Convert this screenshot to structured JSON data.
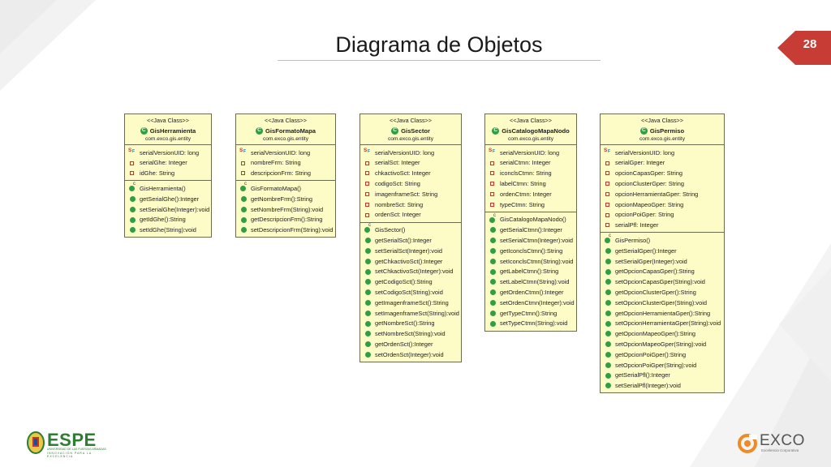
{
  "slide": {
    "title": "Diagrama de Objetos",
    "number": "28"
  },
  "colors": {
    "accent": "#c73c34",
    "uml_fill": "#fdfbc6",
    "uml_border": "#6b6b4e"
  },
  "classes": [
    {
      "stereotype": "<<Java Class>>",
      "name": "GisHerramienta",
      "package": "com.exco.gis.entity",
      "attributes": [
        {
          "icon": "static-final",
          "text": "serialVersionUID: long"
        },
        {
          "icon": "private",
          "text": "serialGhe: Integer"
        },
        {
          "icon": "private",
          "text": "idGhe: String"
        }
      ],
      "methods": [
        {
          "icon": "constructor",
          "text": "GisHerramienta()"
        },
        {
          "icon": "public",
          "text": "getSerialGhe():Integer"
        },
        {
          "icon": "public",
          "text": "setSerialGhe(Integer):void"
        },
        {
          "icon": "public",
          "text": "getIdGhe():String"
        },
        {
          "icon": "public",
          "text": "setIdGhe(String):void"
        }
      ]
    },
    {
      "stereotype": "<<Java Class>>",
      "name": "GisFormatoMapa",
      "package": "com.exco.gis.entity",
      "attributes": [
        {
          "icon": "static-final",
          "text": "serialVersionUID: long"
        },
        {
          "icon": "private",
          "text": "nombreFrm: String"
        },
        {
          "icon": "private",
          "text": "descripcionFrm: String"
        }
      ],
      "methods": [
        {
          "icon": "constructor",
          "text": "GisFormatoMapa()"
        },
        {
          "icon": "public",
          "text": "getNombreFrm():String"
        },
        {
          "icon": "public",
          "text": "setNombreFrm(String):void"
        },
        {
          "icon": "public",
          "text": "getDescripcionFrm():String"
        },
        {
          "icon": "public",
          "text": "setDescripcionFrm(String):void"
        }
      ]
    },
    {
      "stereotype": "<<Java Class>>",
      "name": "GisSector",
      "package": "com.exco.gis.entity",
      "attributes": [
        {
          "icon": "static-final",
          "text": "serialVersionUID: long"
        },
        {
          "icon": "private",
          "text": "serialSct: Integer"
        },
        {
          "icon": "private",
          "text": "chkactivoSct: Integer"
        },
        {
          "icon": "private",
          "text": "codigoSct: String"
        },
        {
          "icon": "private",
          "text": "imagenframeSct: String"
        },
        {
          "icon": "private",
          "text": "nombreSct: String"
        },
        {
          "icon": "private",
          "text": "ordenSct: Integer"
        }
      ],
      "methods": [
        {
          "icon": "constructor",
          "text": "GisSector()"
        },
        {
          "icon": "public",
          "text": "getSerialSct():Integer"
        },
        {
          "icon": "public",
          "text": "setSerialSct(Integer):void"
        },
        {
          "icon": "public",
          "text": "getChkactivoSct():Integer"
        },
        {
          "icon": "public",
          "text": "setChkactivoSct(Integer):void"
        },
        {
          "icon": "public",
          "text": "getCodigoSct():String"
        },
        {
          "icon": "public",
          "text": "setCodigoSct(String):void"
        },
        {
          "icon": "public",
          "text": "getImagenframeSct():String"
        },
        {
          "icon": "public",
          "text": "setImagenframeSct(String):void"
        },
        {
          "icon": "public",
          "text": "getNombreSct():String"
        },
        {
          "icon": "public",
          "text": "setNombreSct(String):void"
        },
        {
          "icon": "public",
          "text": "getOrdenSct():Integer"
        },
        {
          "icon": "public",
          "text": "setOrdenSct(Integer):void"
        }
      ]
    },
    {
      "stereotype": "<<Java Class>>",
      "name": "GisCatalogoMapaNodo",
      "package": "com.exco.gis.entity",
      "attributes": [
        {
          "icon": "static-final",
          "text": "serialVersionUID: long"
        },
        {
          "icon": "private",
          "text": "serialCtmn: Integer"
        },
        {
          "icon": "private",
          "text": "iconclsCtmn: String"
        },
        {
          "icon": "private",
          "text": "labelCtmn: String"
        },
        {
          "icon": "private",
          "text": "ordenCtmn: Integer"
        },
        {
          "icon": "private",
          "text": "typeCtmn: String"
        }
      ],
      "methods": [
        {
          "icon": "constructor",
          "text": "GisCatalogoMapaNodo()"
        },
        {
          "icon": "public",
          "text": "getSerialCtmn():Integer"
        },
        {
          "icon": "public",
          "text": "setSerialCtmn(Integer):void"
        },
        {
          "icon": "public",
          "text": "getIconclsCtmn():String"
        },
        {
          "icon": "public",
          "text": "setIconclsCtmn(String):void"
        },
        {
          "icon": "public",
          "text": "getLabelCtmn():String"
        },
        {
          "icon": "public",
          "text": "setLabelCtmn(String):void"
        },
        {
          "icon": "public",
          "text": "getOrdenCtmn():Integer"
        },
        {
          "icon": "public",
          "text": "setOrdenCtmn(Integer):void"
        },
        {
          "icon": "public",
          "text": "getTypeCtmn():String"
        },
        {
          "icon": "public",
          "text": "setTypeCtmn(String):void"
        }
      ]
    },
    {
      "stereotype": "<<Java Class>>",
      "name": "GisPermiso",
      "package": "com.exco.gis.entity",
      "attributes": [
        {
          "icon": "static-final",
          "text": "serialVersionUID: long"
        },
        {
          "icon": "private",
          "text": "serialGper: Integer"
        },
        {
          "icon": "private",
          "text": "opcionCapasGper: String"
        },
        {
          "icon": "private",
          "text": "opcionClusterGper: String"
        },
        {
          "icon": "private",
          "text": "opcionHerramientaGper: String"
        },
        {
          "icon": "private",
          "text": "opcionMapeoGper: String"
        },
        {
          "icon": "private",
          "text": "opcionPoiGper: String"
        },
        {
          "icon": "private",
          "text": "serialPfl: Integer"
        }
      ],
      "methods": [
        {
          "icon": "constructor",
          "text": "GisPermiso()"
        },
        {
          "icon": "public",
          "text": "getSerialGper():Integer"
        },
        {
          "icon": "public",
          "text": "setSerialGper(Integer):void"
        },
        {
          "icon": "public",
          "text": "getOpcionCapasGper():String"
        },
        {
          "icon": "public",
          "text": "setOpcionCapasGper(String):void"
        },
        {
          "icon": "public",
          "text": "getOpcionClusterGper():String"
        },
        {
          "icon": "public",
          "text": "setOpcionClusterGper(String):void"
        },
        {
          "icon": "public",
          "text": "getOpcionHerramientaGper():String"
        },
        {
          "icon": "public",
          "text": "setOpcionHerramientaGper(String):void"
        },
        {
          "icon": "public",
          "text": "getOpcionMapeoGper():String"
        },
        {
          "icon": "public",
          "text": "setOpcionMapeoGper(String):void"
        },
        {
          "icon": "public",
          "text": "getOpcionPoiGper():String"
        },
        {
          "icon": "public",
          "text": "setOpcionPoiGper(String):void"
        },
        {
          "icon": "public",
          "text": "getSerialPfl():Integer"
        },
        {
          "icon": "public",
          "text": "setSerialPfl(Integer):void"
        }
      ]
    }
  ],
  "logos": {
    "espe": {
      "word": "ESPE",
      "line1": "UNIVERSIDAD DE LAS FUERZAS ARMADAS",
      "line2": "INNOVACIÓN PARA LA EXCELENCIA"
    },
    "exco": {
      "word": "EXCO",
      "tagline": "Excelencia Corporativa"
    }
  }
}
